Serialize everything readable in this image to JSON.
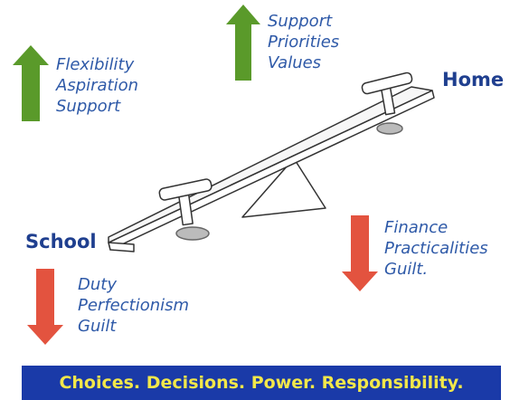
{
  "groups": {
    "school_up": {
      "arrow": "up",
      "color": "#5a9a2a",
      "lines": [
        "Flexibility",
        "Aspiration",
        "Support"
      ]
    },
    "home_up": {
      "arrow": "up",
      "color": "#5a9a2a",
      "lines": [
        "Support",
        "Priorities",
        "Values"
      ]
    },
    "home_down": {
      "arrow": "down",
      "color": "#e3533f",
      "lines": [
        "Finance",
        "Practicalities",
        "Guilt."
      ]
    },
    "school_down": {
      "arrow": "down",
      "color": "#e3533f",
      "lines": [
        "Duty",
        "Perfectionism",
        "Guilt"
      ]
    }
  },
  "sides": {
    "home": "Home",
    "school": "School"
  },
  "banner": {
    "text": "Choices. Decisions. Power. Responsibility.",
    "background": "#1a3aa8",
    "text_color": "#f2e74a"
  }
}
